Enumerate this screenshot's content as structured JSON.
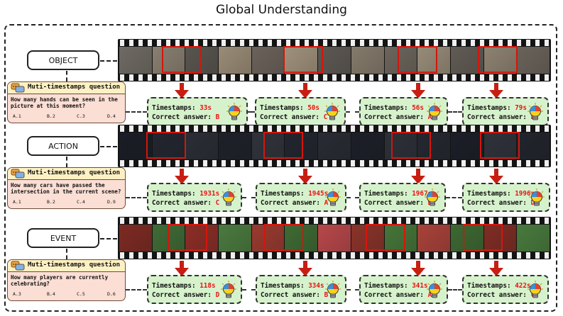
{
  "title": "Global Understanding",
  "colors": {
    "film": "#141414",
    "highlight": "#d4160c",
    "arrow": "#c81e12",
    "answer": "#e81414",
    "tsbox_bg": "#d6f2cc",
    "qbox_bg": "#fbded4",
    "qhead_bg": "#fdf1c3"
  },
  "icons": {
    "question": "chat-bubbles-icon",
    "answer": "lightbulb-icon"
  },
  "sections": [
    {
      "label": "OBJECT",
      "question": {
        "title": "Muti-timestamps question",
        "text": "How many hands can be seen in the picture at this moment?",
        "options": [
          "A.1",
          "B.2",
          "C.3",
          "D.4"
        ]
      },
      "timestamps": [
        {
          "label": "Timestamps:",
          "time": "33s",
          "answer_label": "Correct answer:",
          "answer": "B"
        },
        {
          "label": "Timestamps:",
          "time": "50s",
          "answer_label": "Correct answer:",
          "answer": "C"
        },
        {
          "label": "Timestamps:",
          "time": "56s",
          "answer_label": "Correct answer:",
          "answer": "A"
        },
        {
          "label": "Timestamps:",
          "time": "79s",
          "answer_label": "Correct answer:",
          "answer": "D"
        }
      ]
    },
    {
      "label": "ACTION",
      "question": {
        "title": "Muti-timestamps question",
        "text": "How many cars have passed the intersection in the current scene?",
        "options": [
          "A.1",
          "B.2",
          "C.4",
          "D.9"
        ]
      },
      "timestamps": [
        {
          "label": "Timestamps:",
          "time": "1931s",
          "answer_label": "Correct answer:",
          "answer": "C"
        },
        {
          "label": "Timestamps:",
          "time": "1945s",
          "answer_label": "Correct answer:",
          "answer": "A"
        },
        {
          "label": "Timestamps:",
          "time": "1967s",
          "answer_label": "Correct answer:",
          "answer": "B"
        },
        {
          "label": "Timestamps:",
          "time": "1996s",
          "answer_label": "Correct answer:",
          "answer": "D"
        }
      ]
    },
    {
      "label": "EVENT",
      "question": {
        "title": "Muti-timestamps question",
        "text": "How many players are currently celebrating?",
        "options": [
          "A.3",
          "B.4",
          "C.5",
          "D.6"
        ]
      },
      "timestamps": [
        {
          "label": "Timestamps:",
          "time": "118s",
          "answer_label": "Correct answer:",
          "answer": "D"
        },
        {
          "label": "Timestamps:",
          "time": "334s",
          "answer_label": "Correct answer:",
          "answer": "B"
        },
        {
          "label": "Timestamps:",
          "time": "341s",
          "answer_label": "Correct answer:",
          "answer": "A"
        },
        {
          "label": "Timestamps:",
          "time": "422s",
          "answer_label": "Correct answer:",
          "answer": "C"
        }
      ]
    }
  ]
}
